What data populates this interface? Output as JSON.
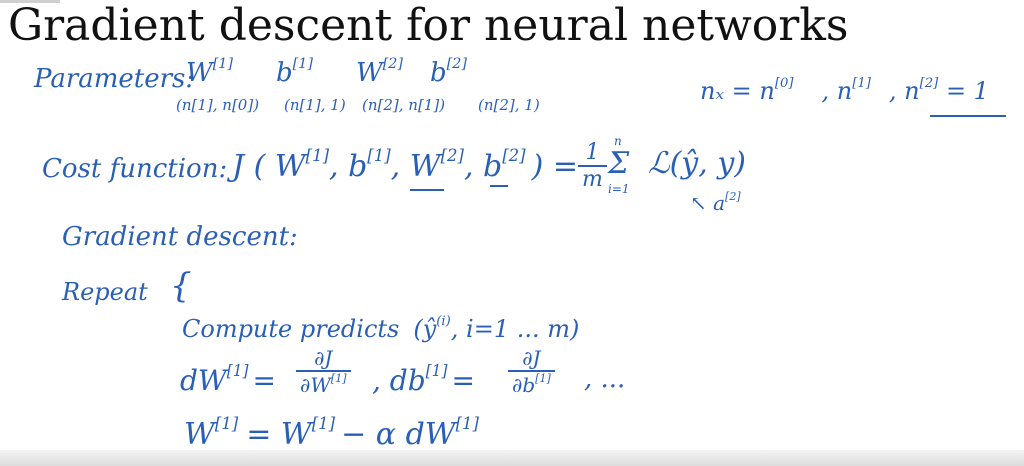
{
  "title": "Gradient descent for neural networks",
  "parameters": {
    "label": "Parameters:",
    "names": [
      "W",
      "b",
      "W",
      "b"
    ],
    "supers": [
      "[1]",
      "[1]",
      "[2]",
      "[2]"
    ],
    "dims": [
      "(n[1], n[0])",
      "(n[1], 1)",
      "(n[2], n[1])",
      "(n[2], 1)"
    ],
    "nx_eq": "nₓ = n",
    "nx_sup": "[0]",
    "n1": ", n",
    "n1_sup": "[1]",
    "n2": ", n",
    "n2_sup": "[2]",
    "n2_val": " = 1"
  },
  "cost": {
    "label": "Cost function:",
    "lhs": "J ( W",
    "s1": "[1]",
    "b1": ", b",
    "s2": "[1]",
    "w2": ", W",
    "s3": "[2]",
    "b2": ", b",
    "s4": "[2]",
    "eq": ") =",
    "frac_num": "1",
    "frac_den": "m",
    "sum": "Σ",
    "sum_top": "n",
    "sum_bot": "i=1",
    "loss": "ℒ(ŷ, y)",
    "yhat_note": "↖ a",
    "yhat_sup": "[2]"
  },
  "gd": {
    "label": "Gradient descent:"
  },
  "repeat": {
    "label": "Repeat",
    "brace": "{",
    "compute": "Compute predicts",
    "compute_args": "(ŷ",
    "compute_sup": "(i)",
    "compute_rest": ", i=1 ... m)",
    "dw": "dW",
    "dw_sup": "[1]",
    "eq": "=",
    "dw_num": "∂J",
    "dw_den": "∂W",
    "dw_den_sup": "[1]",
    "db": ", db",
    "db_sup": "[1]",
    "db_num": "∂J",
    "db_den": "∂b",
    "db_den_sup": "[1]",
    "ellipsis": ", ...",
    "update_w": "W",
    "update_sup": "[1]",
    "update_eq": "= W",
    "update_sup2": "[1]",
    "update_rest": "− α dW",
    "update_sup3": "[1]"
  },
  "colors": {
    "ink": "#2a5fb6",
    "title": "#111111",
    "background": "#ffffff"
  }
}
